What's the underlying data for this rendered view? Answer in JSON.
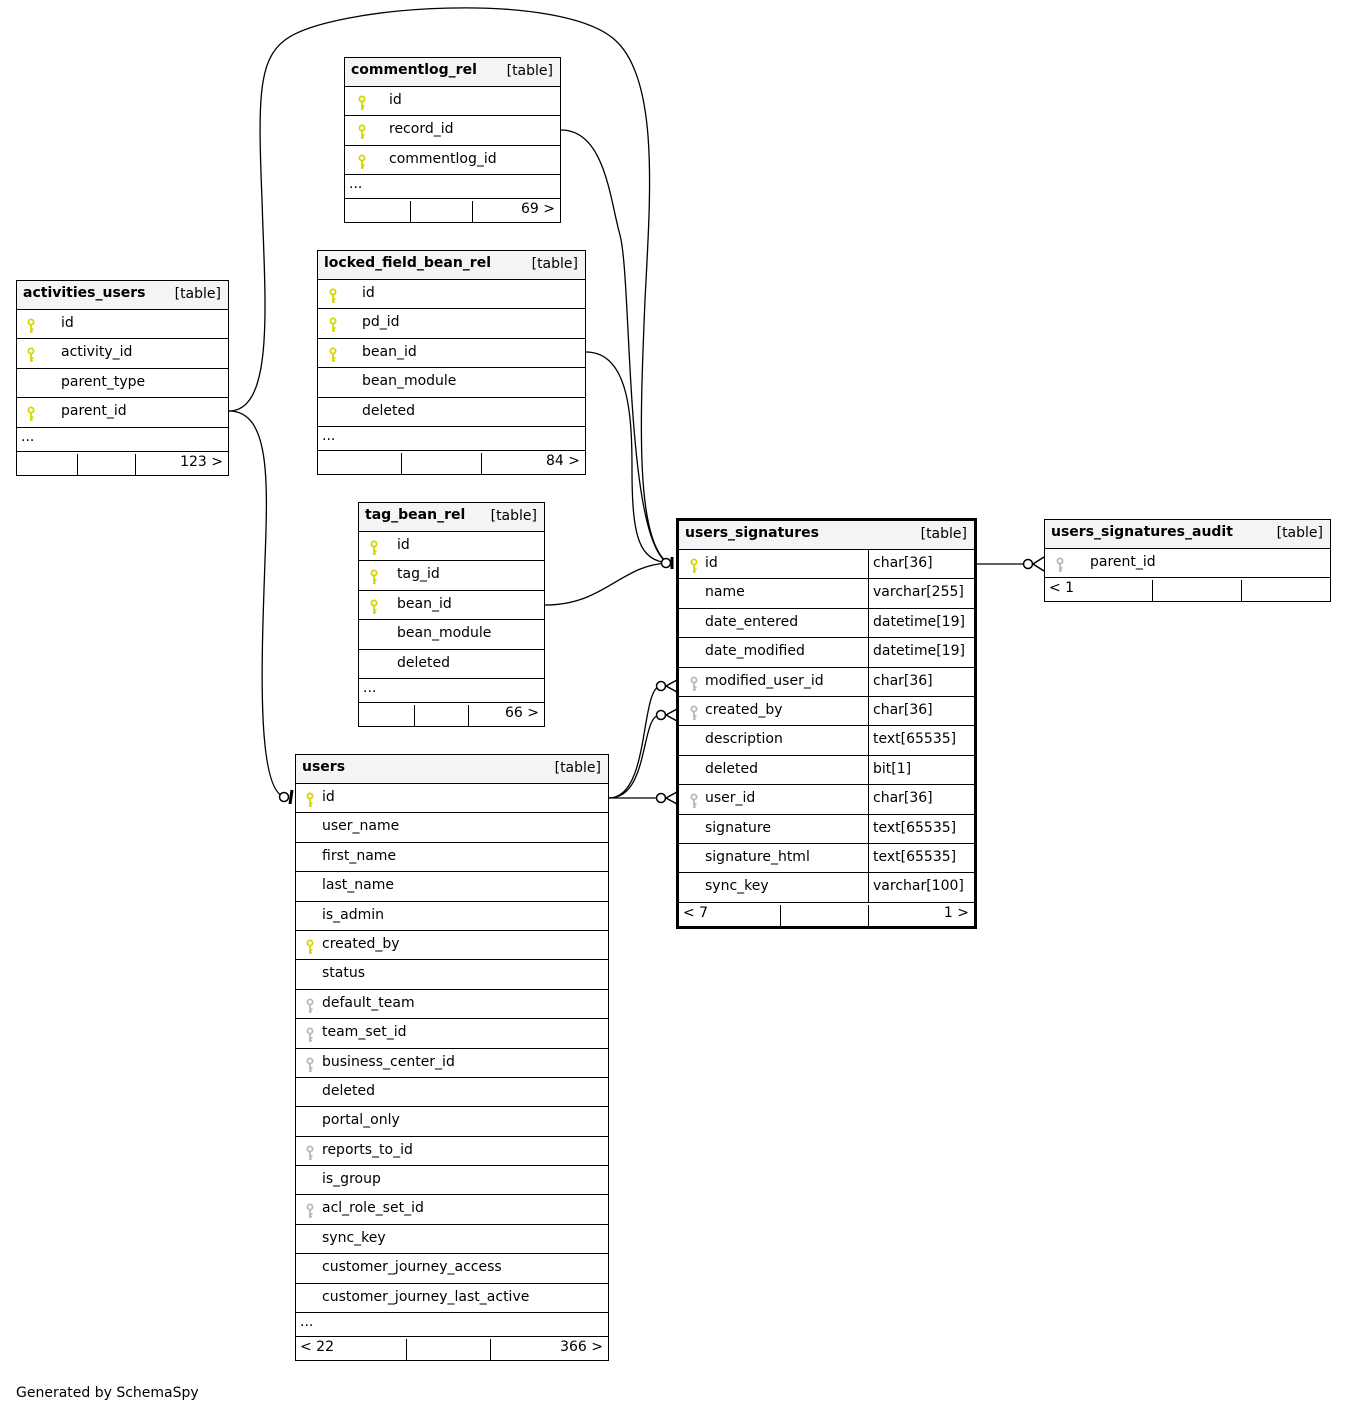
{
  "tables": [
    {
      "name": "commentlog_rel",
      "type_label": "[table]",
      "columns": [
        {
          "name": "id",
          "key": "pk"
        },
        {
          "name": "record_id",
          "key": "pk"
        },
        {
          "name": "commentlog_id",
          "key": "pk"
        }
      ],
      "more": "...",
      "footer": {
        "left": "",
        "right": "69 >"
      }
    },
    {
      "name": "locked_field_bean_rel",
      "type_label": "[table]",
      "columns": [
        {
          "name": "id",
          "key": "pk"
        },
        {
          "name": "pd_id",
          "key": "pk"
        },
        {
          "name": "bean_id",
          "key": "pk"
        },
        {
          "name": "bean_module",
          "key": ""
        },
        {
          "name": "deleted",
          "key": ""
        }
      ],
      "more": "...",
      "footer": {
        "left": "",
        "right": "84 >"
      }
    },
    {
      "name": "activities_users",
      "type_label": "[table]",
      "columns": [
        {
          "name": "id",
          "key": "pk"
        },
        {
          "name": "activity_id",
          "key": "pk"
        },
        {
          "name": "parent_type",
          "key": ""
        },
        {
          "name": "parent_id",
          "key": "pk"
        }
      ],
      "more": "...",
      "footer": {
        "left": "",
        "right": "123 >"
      }
    },
    {
      "name": "tag_bean_rel",
      "type_label": "[table]",
      "columns": [
        {
          "name": "id",
          "key": "pk"
        },
        {
          "name": "tag_id",
          "key": "pk"
        },
        {
          "name": "bean_id",
          "key": "pk"
        },
        {
          "name": "bean_module",
          "key": ""
        },
        {
          "name": "deleted",
          "key": ""
        }
      ],
      "more": "...",
      "footer": {
        "left": "",
        "right": "66 >"
      }
    },
    {
      "name": "users",
      "type_label": "[table]",
      "columns": [
        {
          "name": "id",
          "key": "pk"
        },
        {
          "name": "user_name",
          "key": ""
        },
        {
          "name": "first_name",
          "key": ""
        },
        {
          "name": "last_name",
          "key": ""
        },
        {
          "name": "is_admin",
          "key": ""
        },
        {
          "name": "created_by",
          "key": "pk"
        },
        {
          "name": "status",
          "key": ""
        },
        {
          "name": "default_team",
          "key": "fk"
        },
        {
          "name": "team_set_id",
          "key": "fk"
        },
        {
          "name": "business_center_id",
          "key": "fk"
        },
        {
          "name": "deleted",
          "key": ""
        },
        {
          "name": "portal_only",
          "key": ""
        },
        {
          "name": "reports_to_id",
          "key": "fk"
        },
        {
          "name": "is_group",
          "key": ""
        },
        {
          "name": "acl_role_set_id",
          "key": "fk"
        },
        {
          "name": "sync_key",
          "key": ""
        },
        {
          "name": "customer_journey_access",
          "key": ""
        },
        {
          "name": "customer_journey_last_active",
          "key": ""
        }
      ],
      "more": "...",
      "footer": {
        "left": "< 22",
        "right": "366 >"
      }
    },
    {
      "name": "users_signatures",
      "type_label": "[table]",
      "columns": [
        {
          "name": "id",
          "type": "char[36]",
          "key": "pk"
        },
        {
          "name": "name",
          "type": "varchar[255]",
          "key": ""
        },
        {
          "name": "date_entered",
          "type": "datetime[19]",
          "key": ""
        },
        {
          "name": "date_modified",
          "type": "datetime[19]",
          "key": ""
        },
        {
          "name": "modified_user_id",
          "type": "char[36]",
          "key": "fk"
        },
        {
          "name": "created_by",
          "type": "char[36]",
          "key": "fk"
        },
        {
          "name": "description",
          "type": "text[65535]",
          "key": ""
        },
        {
          "name": "deleted",
          "type": "bit[1]",
          "key": ""
        },
        {
          "name": "user_id",
          "type": "char[36]",
          "key": "fk"
        },
        {
          "name": "signature",
          "type": "text[65535]",
          "key": ""
        },
        {
          "name": "signature_html",
          "type": "text[65535]",
          "key": ""
        },
        {
          "name": "sync_key",
          "type": "varchar[100]",
          "key": ""
        }
      ],
      "footer": {
        "left": "< 7",
        "right": "1 >"
      }
    },
    {
      "name": "users_signatures_audit",
      "type_label": "[table]",
      "columns": [
        {
          "name": "parent_id",
          "key": "fk"
        }
      ],
      "footer": {
        "left": "< 1",
        "right": ""
      }
    }
  ],
  "colors": {
    "pk": "#d6d600",
    "fk": "#b8b8b8"
  },
  "footer_text": "Generated by SchemaSpy"
}
